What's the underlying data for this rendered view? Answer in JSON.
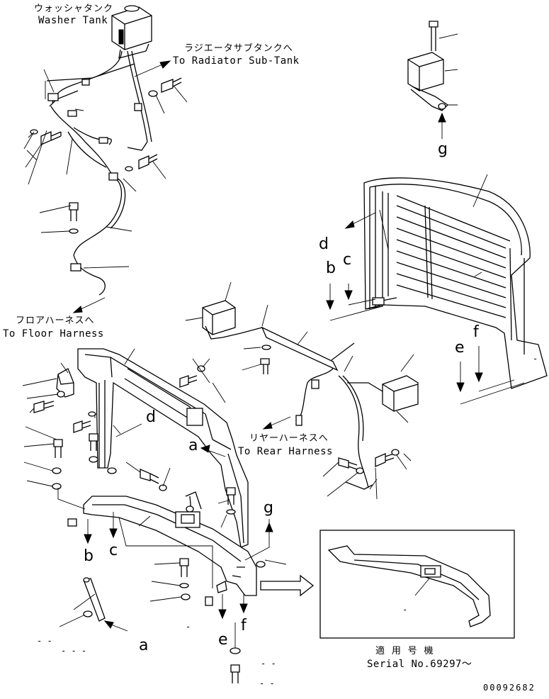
{
  "callouts": {
    "washer_tank_jp": "ウォッシャタンク",
    "washer_tank_en": "Washer Tank",
    "radiator_jp": "ラジエータサブタンクへ",
    "radiator_en": "To Radiator Sub-Tank",
    "floor_jp": "フロアハーネスへ",
    "floor_en": "To Floor Harness",
    "rear_jp": "リヤーハーネスへ",
    "rear_en": "To Rear Harness",
    "serial_jp": "適 用 号 機",
    "serial_en": "Serial No.69297～"
  },
  "letters": {
    "a": "a",
    "b": "b",
    "c": "c",
    "d": "d",
    "e": "e",
    "f": "f",
    "g": "g"
  },
  "dash_marks": {
    "dash": "-",
    "dot_pair": "- -",
    "dot_triple": "- - -"
  },
  "drawing_number": "00092682",
  "icons": [
    "washer-tank",
    "work-lamp",
    "bolt",
    "washer",
    "harness",
    "grille",
    "frame",
    "bracket",
    "arrow"
  ]
}
